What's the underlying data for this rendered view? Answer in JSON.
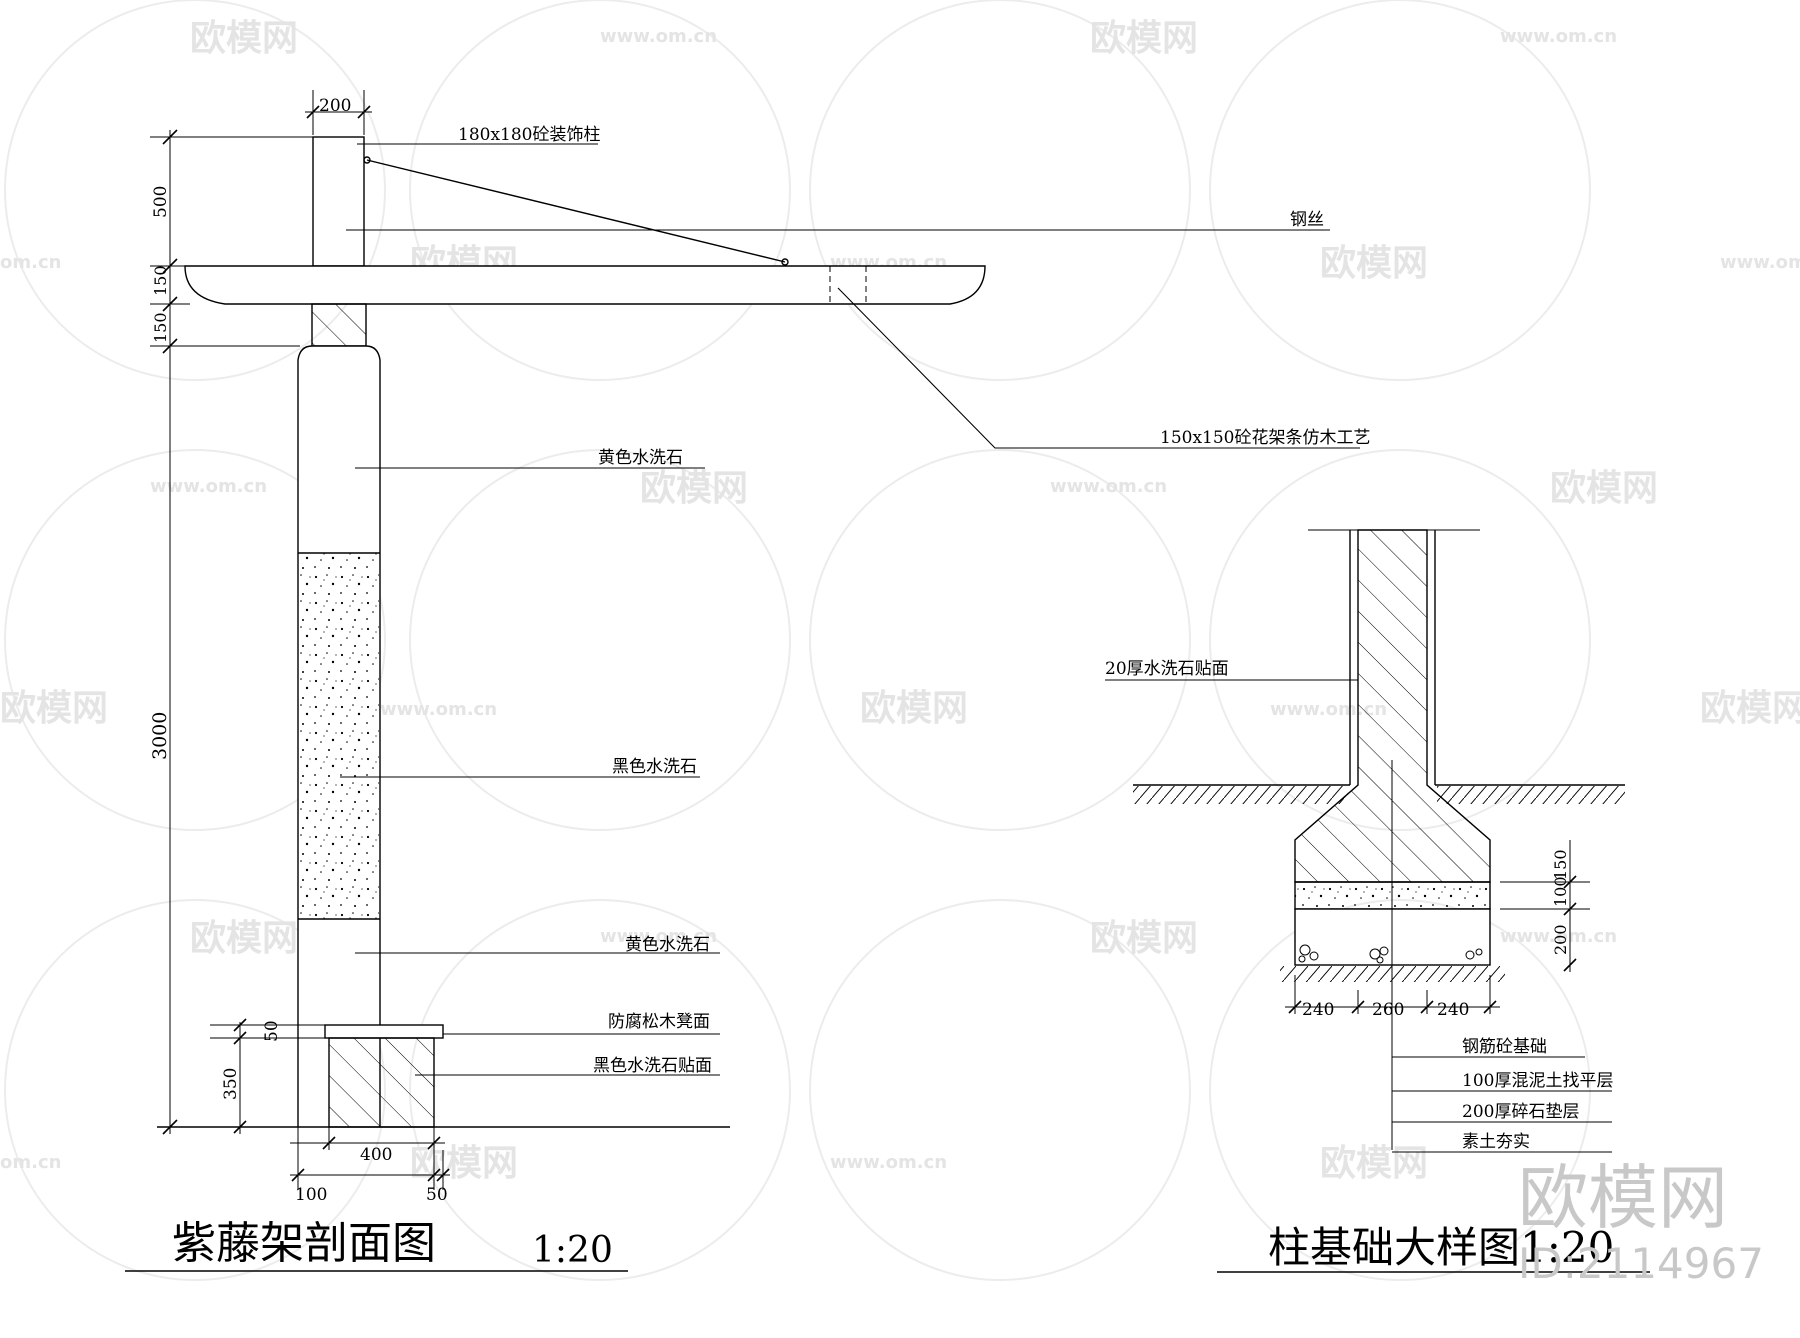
{
  "watermark": {
    "brand": "欧模网",
    "site": "www.om.cn",
    "site_short": "om.cn",
    "corner_brand": "欧模网",
    "corner_id": "ID:2114967"
  },
  "pergola_section": {
    "title": "紫藤架剖面图",
    "scale": "1:20",
    "dims": {
      "top_width": "200",
      "post_head": "500",
      "beam_upper": "150",
      "beam_lower": "150",
      "column_height": "3000",
      "bench_top": "50",
      "bench_height": "350",
      "bench_width": "400",
      "offset_left": "100",
      "offset_right": "50"
    },
    "labels": {
      "deco_post": "180x180砼装饰柱",
      "steel_wire": "钢丝",
      "beam": "150x150砼花架条仿木工艺",
      "yellow_stone_upper": "黄色水洗石",
      "black_stone": "黑色水洗石",
      "yellow_stone_lower": "黄色水洗石",
      "bench_face": "防腐松木凳面",
      "bench_side": "黑色水洗石贴面"
    }
  },
  "footing_detail": {
    "title": "柱基础大样图1:20",
    "dims": {
      "footing_left": "240",
      "footing_mid": "260",
      "footing_right": "240",
      "layer_top": "150",
      "layer_mid": "100",
      "layer_bottom": "200"
    },
    "labels": {
      "cladding": "20厚水洗石贴面",
      "rc_base": "钢筋砼基础",
      "screed": "100厚混泥土找平层",
      "gravel": "200厚碎石垫层",
      "soil": "素土夯实"
    }
  },
  "colors": {
    "line": "#000000",
    "watermark": "#e4e4e4"
  }
}
